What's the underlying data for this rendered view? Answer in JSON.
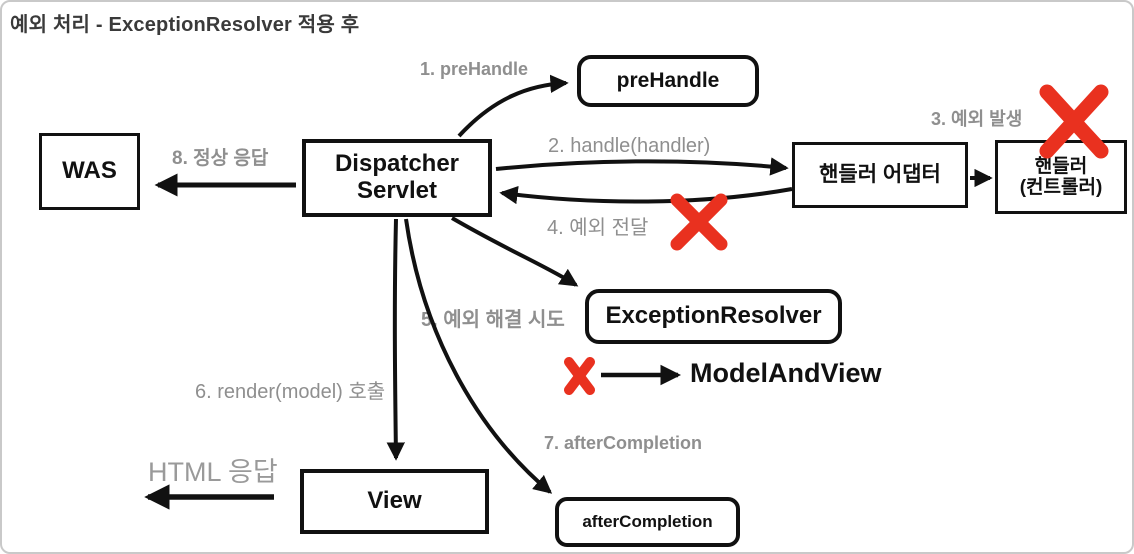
{
  "title": "예외 처리 - ExceptionResolver 적용 후",
  "colors": {
    "box_border": "#111111",
    "label_gray": "#8f8f8f",
    "red_x": "#e9311f",
    "canvas_border": "#c9c9c9",
    "background": "#ffffff"
  },
  "nodes": {
    "was": "WAS",
    "dispatcher_line1": "Dispatcher",
    "dispatcher_line2": "Servlet",
    "prehandle": "preHandle",
    "handler_adapter": "핸들러 어댑터",
    "handler_line1": "핸들러",
    "handler_line2": "(컨트롤러)",
    "exception_resolver": "ExceptionResolver",
    "model_and_view": "ModelAndView",
    "view": "View",
    "after_completion": "afterCompletion"
  },
  "labels": {
    "step1": "1. preHandle",
    "step2": "2. handle(handler)",
    "step3": "3. 예외 발생",
    "step4": "4. 예외 전달",
    "step5": "5. 예외 해결 시도",
    "step6": "6. render(model) 호출",
    "step7": "7. afterCompletion",
    "step8": "8. 정상 응답",
    "html_response": "HTML 응답"
  }
}
